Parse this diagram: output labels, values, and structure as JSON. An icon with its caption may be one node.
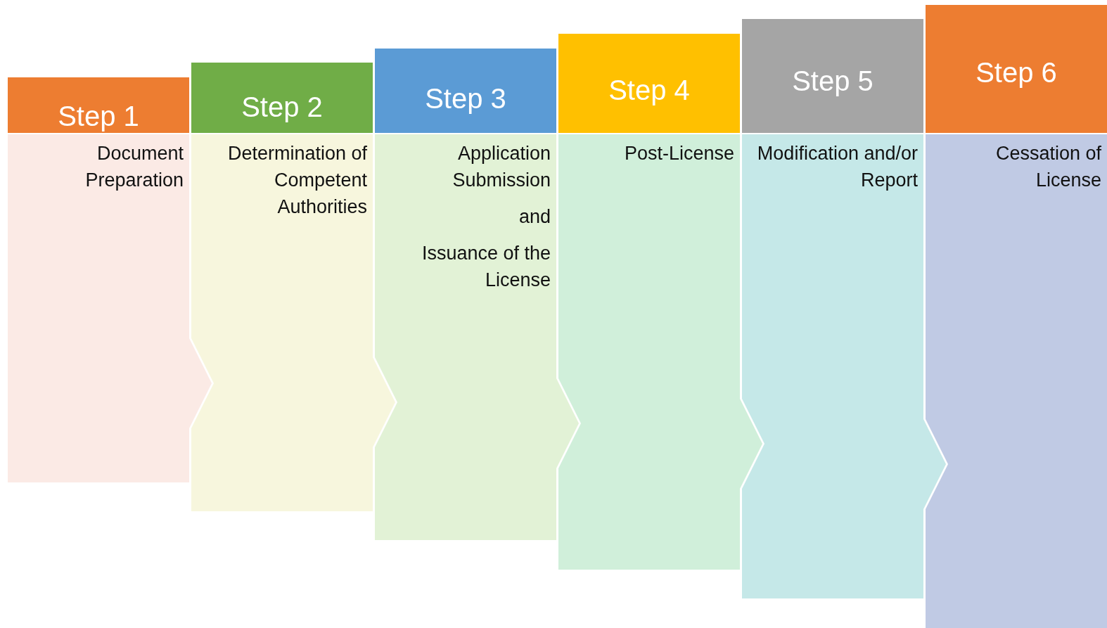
{
  "diagram": {
    "nodes": [
      {
        "text": [
          "Step 1",
          "Document Preparation"
        ]
      },
      {
        "text": [
          "Step 2",
          "Determination of Competent Authorities"
        ]
      },
      {
        "text": [
          "Step 3",
          "Application Submission",
          "and",
          "Issuance of the License"
        ]
      },
      {
        "text": [
          "Step 4",
          "Post-License"
        ]
      },
      {
        "text": [
          "Step 5",
          "Modification and/or Report"
        ]
      },
      {
        "text": [
          "Step 6",
          "Cessation of License"
        ]
      }
    ]
  }
}
